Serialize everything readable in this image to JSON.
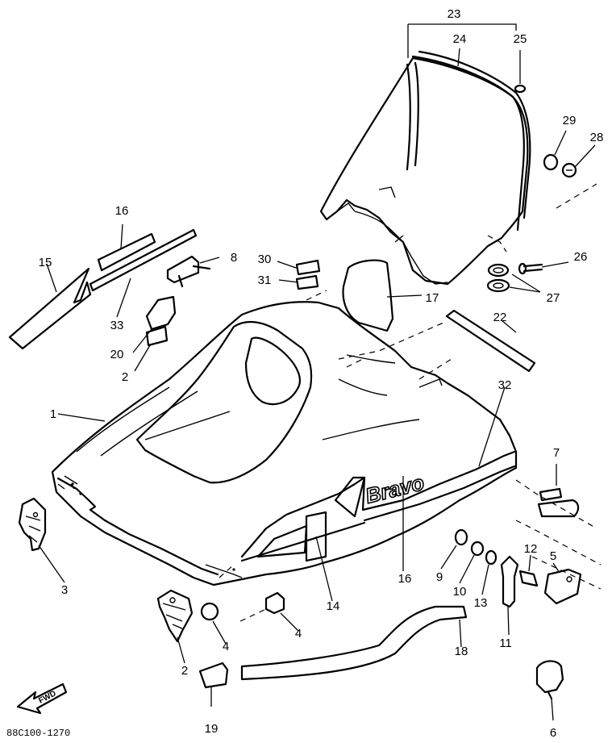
{
  "diagram": {
    "part_code": "88C100-1270",
    "logo_text": "Bravo",
    "direction_label": "FWD"
  },
  "callouts": [
    {
      "id": "c1",
      "label": "1"
    },
    {
      "id": "c2a",
      "label": "2"
    },
    {
      "id": "c2b",
      "label": "2"
    },
    {
      "id": "c3",
      "label": "3"
    },
    {
      "id": "c4a",
      "label": "4"
    },
    {
      "id": "c4b",
      "label": "4"
    },
    {
      "id": "c5",
      "label": "5"
    },
    {
      "id": "c6",
      "label": "6"
    },
    {
      "id": "c7",
      "label": "7"
    },
    {
      "id": "c8",
      "label": "8"
    },
    {
      "id": "c9",
      "label": "9"
    },
    {
      "id": "c10",
      "label": "10"
    },
    {
      "id": "c11",
      "label": "11"
    },
    {
      "id": "c12",
      "label": "12"
    },
    {
      "id": "c13",
      "label": "13"
    },
    {
      "id": "c14",
      "label": "14"
    },
    {
      "id": "c15",
      "label": "15"
    },
    {
      "id": "c16a",
      "label": "16"
    },
    {
      "id": "c16b",
      "label": "16"
    },
    {
      "id": "c17",
      "label": "17"
    },
    {
      "id": "c18",
      "label": "18"
    },
    {
      "id": "c19",
      "label": "19"
    },
    {
      "id": "c20",
      "label": "20"
    },
    {
      "id": "c22",
      "label": "22"
    },
    {
      "id": "c23",
      "label": "23"
    },
    {
      "id": "c24",
      "label": "24"
    },
    {
      "id": "c25",
      "label": "25"
    },
    {
      "id": "c26",
      "label": "26"
    },
    {
      "id": "c27",
      "label": "27"
    },
    {
      "id": "c28",
      "label": "28"
    },
    {
      "id": "c29",
      "label": "29"
    },
    {
      "id": "c30",
      "label": "30"
    },
    {
      "id": "c31",
      "label": "31"
    },
    {
      "id": "c32",
      "label": "32"
    },
    {
      "id": "c33",
      "label": "33"
    }
  ]
}
